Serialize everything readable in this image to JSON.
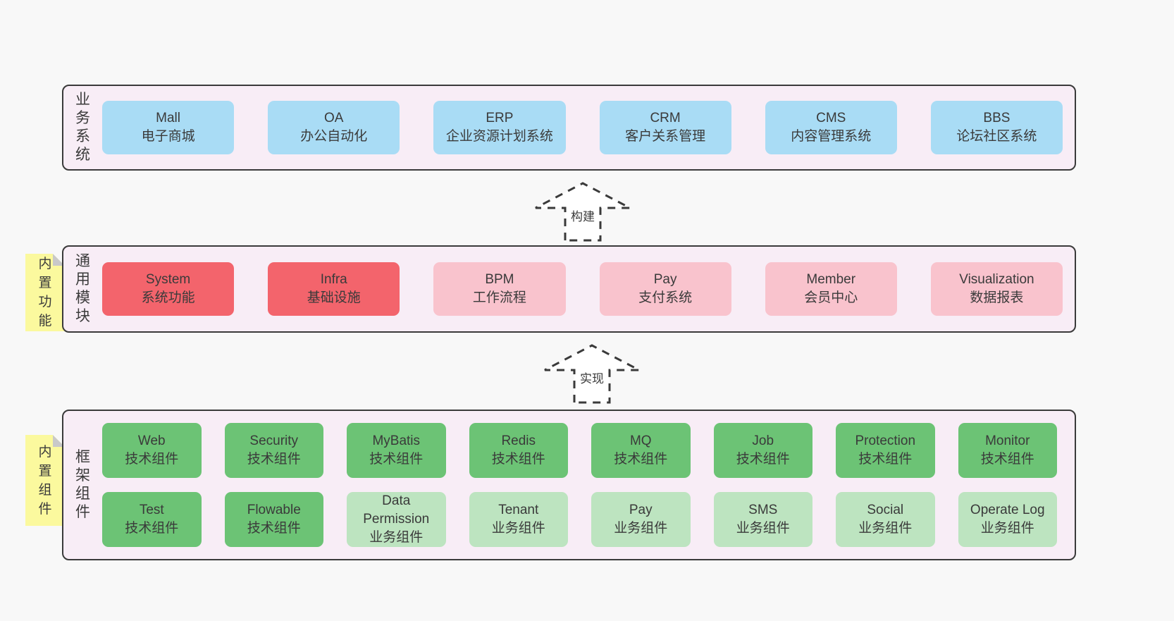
{
  "colors": {
    "bg": "#f8f8f8",
    "panel": "#f8edf6",
    "outline": "#3a3a3a",
    "text": "#3a3a3a",
    "blue": "#a9dcf5",
    "red": "#f3646c",
    "pink": "#f9c3cd",
    "green": "#6cc375",
    "light_green": "#bde4c0",
    "sticky_yellow": "#fbf99e",
    "sticky_fold": "#c9c9c9"
  },
  "layers": {
    "business": {
      "label": "业务系统",
      "boxes": [
        {
          "name": "Mall",
          "subtitle": "电子商城",
          "color": "blue"
        },
        {
          "name": "OA",
          "subtitle": "办公自动化",
          "color": "blue"
        },
        {
          "name": "ERP",
          "subtitle": "企业资源计划系统",
          "color": "blue"
        },
        {
          "name": "CRM",
          "subtitle": "客户关系管理",
          "color": "blue"
        },
        {
          "name": "CMS",
          "subtitle": "内容管理系统",
          "color": "blue"
        },
        {
          "name": "BBS",
          "subtitle": "论坛社区系统",
          "color": "blue"
        }
      ]
    },
    "modules": {
      "label": "通用模块",
      "sticky_tab": "内置功能",
      "boxes": [
        {
          "name": "System",
          "subtitle": "系统功能",
          "color": "red"
        },
        {
          "name": "Infra",
          "subtitle": "基础设施",
          "color": "red"
        },
        {
          "name": "BPM",
          "subtitle": "工作流程",
          "color": "pink"
        },
        {
          "name": "Pay",
          "subtitle": "支付系统",
          "color": "pink"
        },
        {
          "name": "Member",
          "subtitle": "会员中心",
          "color": "pink"
        },
        {
          "name": "Visualization",
          "subtitle": "数据报表",
          "color": "pink"
        }
      ]
    },
    "components": {
      "label": "框架组件",
      "sticky_tab": "内置组件",
      "rows": [
        [
          {
            "name": "Web",
            "subtitle": "技术组件",
            "color": "green"
          },
          {
            "name": "Security",
            "subtitle": "技术组件",
            "color": "green"
          },
          {
            "name": "MyBatis",
            "subtitle": "技术组件",
            "color": "green"
          },
          {
            "name": "Redis",
            "subtitle": "技术组件",
            "color": "green"
          },
          {
            "name": "MQ",
            "subtitle": "技术组件",
            "color": "green"
          },
          {
            "name": "Job",
            "subtitle": "技术组件",
            "color": "green"
          },
          {
            "name": "Protection",
            "subtitle": "技术组件",
            "color": "green"
          },
          {
            "name": "Monitor",
            "subtitle": "技术组件",
            "color": "green"
          }
        ],
        [
          {
            "name": "Test",
            "subtitle": "技术组件",
            "color": "green"
          },
          {
            "name": "Flowable",
            "subtitle": "技术组件",
            "color": "green"
          },
          {
            "name": "Data Permission",
            "subtitle": "业务组件",
            "color": "light_green"
          },
          {
            "name": "Tenant",
            "subtitle": "业务组件",
            "color": "light_green"
          },
          {
            "name": "Pay",
            "subtitle": "业务组件",
            "color": "light_green"
          },
          {
            "name": "SMS",
            "subtitle": "业务组件",
            "color": "light_green"
          },
          {
            "name": "Social",
            "subtitle": "业务组件",
            "color": "light_green"
          },
          {
            "name": "Operate Log",
            "subtitle": "业务组件",
            "color": "light_green"
          }
        ]
      ]
    }
  },
  "arrows": [
    {
      "label": "构建"
    },
    {
      "label": "实现"
    }
  ]
}
